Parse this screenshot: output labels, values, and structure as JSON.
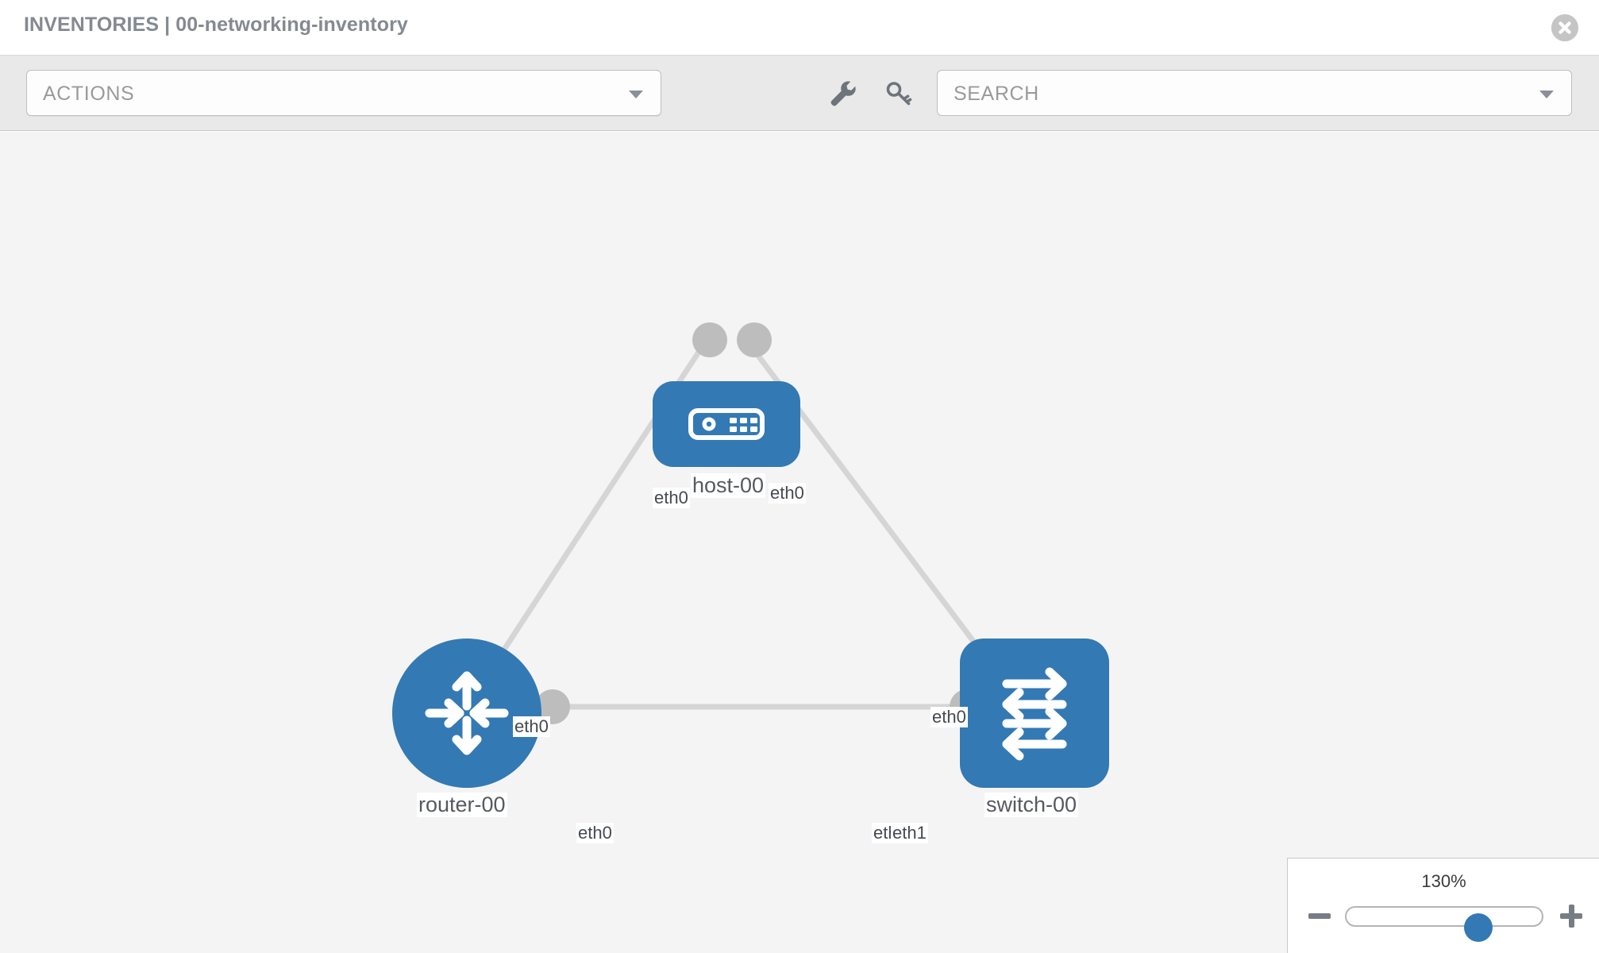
{
  "header": {
    "title": "INVENTORIES | 00-networking-inventory",
    "close_icon": "close-circle-icon"
  },
  "toolbar": {
    "actions_label": "ACTIONS",
    "actions_caret": "chevron-down-icon",
    "wrench_icon": "wrench-icon",
    "key_icon": "key-icon",
    "search_placeholder": "SEARCH",
    "search_caret": "chevron-down-icon"
  },
  "topology": {
    "nodes": [
      {
        "id": "host-00",
        "label": "host-00",
        "type": "host",
        "shape": "rounded-rect",
        "icon": "server-icon",
        "color": "#3379b4"
      },
      {
        "id": "router-00",
        "label": "router-00",
        "type": "router",
        "shape": "circle",
        "icon": "router-arrows-icon",
        "color": "#3379b4"
      },
      {
        "id": "switch-00",
        "label": "switch-00",
        "type": "switch",
        "shape": "rounded-square",
        "icon": "switch-arrows-icon",
        "color": "#3379b4"
      }
    ],
    "edges": [
      {
        "from": "host-00",
        "to": "router-00",
        "from_label": "eth0",
        "to_label": "eth0"
      },
      {
        "from": "host-00",
        "to": "switch-00",
        "from_label": "eth0",
        "to_label": "eth0"
      },
      {
        "from": "router-00",
        "to": "switch-00",
        "from_label": "eth0",
        "to_label": "eth1",
        "to_label_under": "eth"
      }
    ],
    "edge_color": "#d5d5d5",
    "connector_color": "#bdbdbd"
  },
  "zoom_control": {
    "percent": "130%",
    "minus_label": "zoom-out",
    "plus_label": "zoom-in",
    "slider_value": 130,
    "slider_min": 0,
    "slider_max": 200
  }
}
